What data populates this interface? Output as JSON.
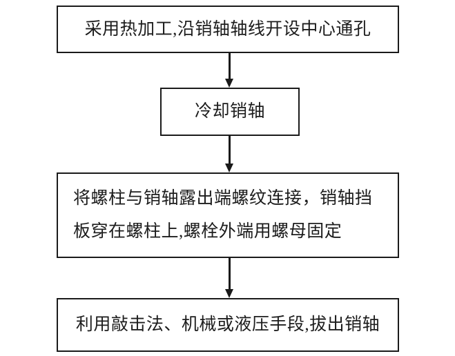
{
  "diagram": {
    "type": "flowchart",
    "orientation": "vertical-top-to-bottom",
    "background_color": "#ffffff",
    "line_color": "#1a1a1a",
    "text_color": "#1c1c1c",
    "nodes": [
      {
        "id": "step-1",
        "shape": "rectangle",
        "text": "采用热加工,沿销轴轴线开设中心通孔"
      },
      {
        "id": "step-2",
        "shape": "rectangle",
        "text": "冷却销轴"
      },
      {
        "id": "step-3",
        "shape": "rectangle",
        "text": "将螺柱与销轴露出端螺纹连接，销轴挡\n板穿在螺柱上,螺栓外端用螺母固定"
      },
      {
        "id": "step-4",
        "shape": "rectangle",
        "text": "利用敲击法、机械或液压手段,拔出销轴"
      }
    ],
    "connectors": [
      {
        "id": "arrow-1",
        "from": "step-1",
        "to": "step-2",
        "style": "solid-arrow-down"
      },
      {
        "id": "arrow-2",
        "from": "step-2",
        "to": "step-3",
        "style": "solid-arrow-down"
      },
      {
        "id": "arrow-3",
        "from": "step-3",
        "to": "step-4",
        "style": "solid-arrow-down"
      }
    ]
  }
}
